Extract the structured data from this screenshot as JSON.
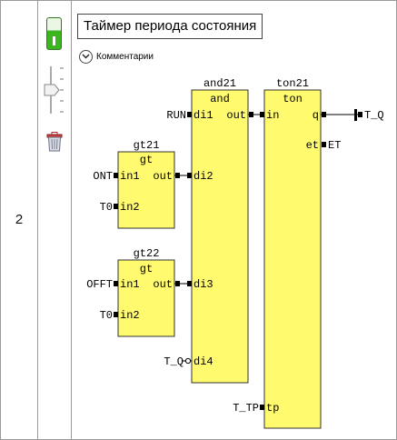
{
  "row": {
    "number": "2"
  },
  "tools": {
    "enable_icon": "toggle-on-icon",
    "slider_icon": "slider-icon",
    "delete_icon": "trash-icon",
    "enable_color": "#3cb521"
  },
  "network": {
    "title": "Таймер периода состояния",
    "comments_label": "Комментарии",
    "comments_icon": "chevron-down-icon"
  },
  "blocks": {
    "gt21": {
      "instance": "gt21",
      "type": "gt",
      "in1": "in1",
      "in2": "in2",
      "out": "out"
    },
    "gt22": {
      "instance": "gt22",
      "type": "gt",
      "in1": "in1",
      "in2": "in2",
      "out": "out"
    },
    "and21": {
      "instance": "and21",
      "type": "and",
      "di1": "di1",
      "di2": "di2",
      "di3": "di3",
      "di4": "di4",
      "out": "out"
    },
    "ton21": {
      "instance": "ton21",
      "type": "ton",
      "in": "in",
      "tp": "tp",
      "q": "q",
      "et": "et"
    }
  },
  "variables": {
    "run": "RUN",
    "ont": "ONT",
    "t0_a": "T0",
    "offt": "OFFT",
    "t0_b": "T0",
    "t_q_in": "T_Q",
    "t_tp": "T_TP",
    "t_q_out": "T_Q",
    "et_out": "ET"
  },
  "colors": {
    "block_fill": "#fffa6e",
    "block_stroke": "#333333",
    "line": "#000000"
  }
}
